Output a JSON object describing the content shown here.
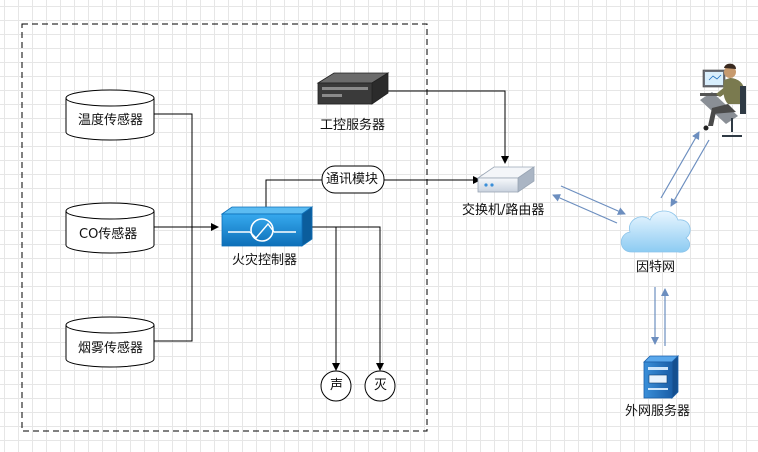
{
  "nodes": {
    "temp_sensor": "温度传感器",
    "co_sensor": "CO传感器",
    "smoke_sensor": "烟雾传感器",
    "fire_controller": "火灾控制器",
    "industrial_server": "工控服务器",
    "comm_module": "通讯模块",
    "switch_router": "交换机/路由器",
    "internet": "因特网",
    "external_server": "外网服务器",
    "sound": "声",
    "extinguish": "灭"
  },
  "colors": {
    "line": "#000000",
    "link_blue": "#6c8ebf",
    "controller_blue": "#1a8fd6",
    "cloud_blue": "#7cc1ec",
    "server_blue": "#1f6fbf"
  }
}
